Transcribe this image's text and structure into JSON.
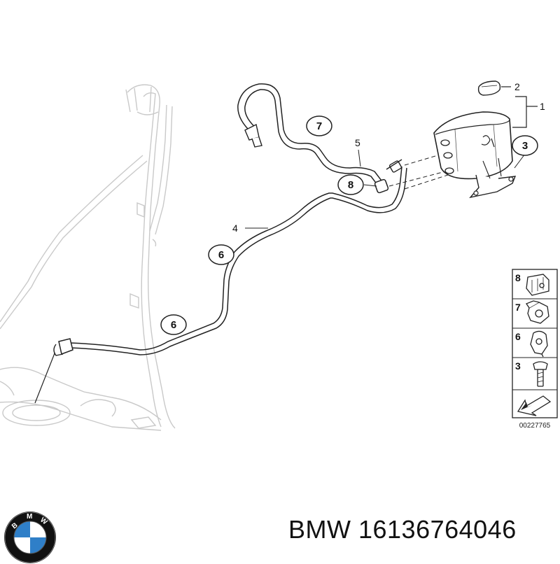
{
  "diagram": {
    "callouts": {
      "c7": "7",
      "c8": "8",
      "c6a": "6",
      "c6b": "6",
      "c3": "3"
    },
    "labels": {
      "l1": "1",
      "l2": "2",
      "l4": "4",
      "l5": "5"
    },
    "legend": {
      "items": [
        "8",
        "7",
        "6",
        "3"
      ],
      "code": "00227765"
    }
  },
  "caption": {
    "brand": "BMW",
    "part_number": "16136764046",
    "text": "BMW 16136764046"
  },
  "logo": {
    "letters": [
      "B",
      "M",
      "W"
    ],
    "colors": {
      "blue": "#2f7fc8",
      "white": "#ffffff",
      "ring": "#111111"
    }
  }
}
